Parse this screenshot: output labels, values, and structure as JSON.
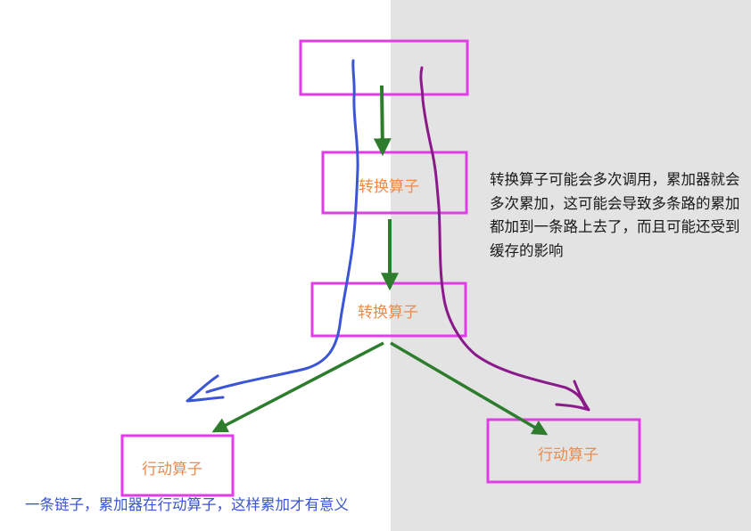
{
  "nodes": {
    "transform_1": "转换算子",
    "transform_2": "转换算子",
    "action_left": "行动算子",
    "action_right": "行动算子"
  },
  "note": "转换算子可能会多次调用，累加器就会多次累加，这可能会导致多条路的累加都加到一条路上去了，而且可能还受到缓存的影响",
  "caption": "一条链子，累加器在行动算子，这样累加才有意义",
  "colors": {
    "box_border": "#e03ce8",
    "arrow_green": "#2e7d2e",
    "stroke_blue": "#3a55d6",
    "stroke_purple": "#8a1a8a",
    "label_orange": "#ef8a48",
    "panel_gray": "#e3e3e3"
  }
}
